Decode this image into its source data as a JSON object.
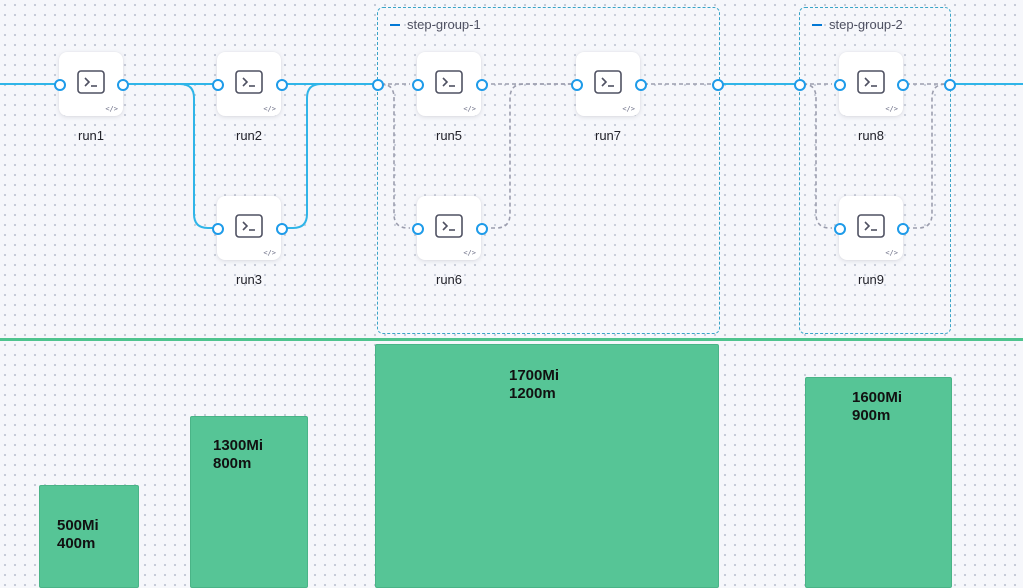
{
  "pipeline": {
    "groups": [
      {
        "id": "g1",
        "title": "step-group-1"
      },
      {
        "id": "g2",
        "title": "step-group-2"
      }
    ],
    "nodes": [
      {
        "id": "run1",
        "label": "run1",
        "code_tag": "</>"
      },
      {
        "id": "run2",
        "label": "run2",
        "code_tag": "</>"
      },
      {
        "id": "run3",
        "label": "run3",
        "code_tag": "</>"
      },
      {
        "id": "run5",
        "label": "run5",
        "code_tag": "</>"
      },
      {
        "id": "run6",
        "label": "run6",
        "code_tag": "</>"
      },
      {
        "id": "run7",
        "label": "run7",
        "code_tag": "</>"
      },
      {
        "id": "run8",
        "label": "run8",
        "code_tag": "</>"
      },
      {
        "id": "run9",
        "label": "run9",
        "code_tag": "</>"
      }
    ],
    "icon": "terminal-icon"
  },
  "resources": [
    {
      "id": "r1",
      "memory": "500Mi",
      "cpu": "400m"
    },
    {
      "id": "r2",
      "memory": "1300Mi",
      "cpu": "800m"
    },
    {
      "id": "r3",
      "memory": "1700Mi",
      "cpu": "1200m"
    },
    {
      "id": "r4",
      "memory": "1600Mi",
      "cpu": "900m"
    }
  ],
  "colors": {
    "active_edge": "#2fb5e8",
    "dashed_edge": "#9496a8",
    "port_border": "#1e9be9",
    "group_border": "#3aa5c8",
    "resource_fill": "#56c596",
    "divider": "#4fc48e"
  }
}
